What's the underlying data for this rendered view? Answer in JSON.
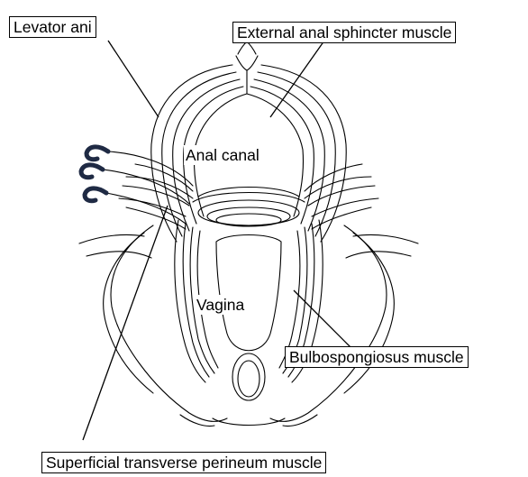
{
  "labels": {
    "levator_ani": "Levator ani",
    "external_anal_sphincter": "External anal sphincter muscle",
    "anal_canal": "Anal canal",
    "vagina": "Vagina",
    "bulbospongiosus": "Bulbospongiosus muscle",
    "superficial_transverse_perineum": "Superficial transverse perineum muscle"
  },
  "colors": {
    "line": "#000000",
    "hook": "#1f2a44",
    "background": "#ffffff"
  }
}
